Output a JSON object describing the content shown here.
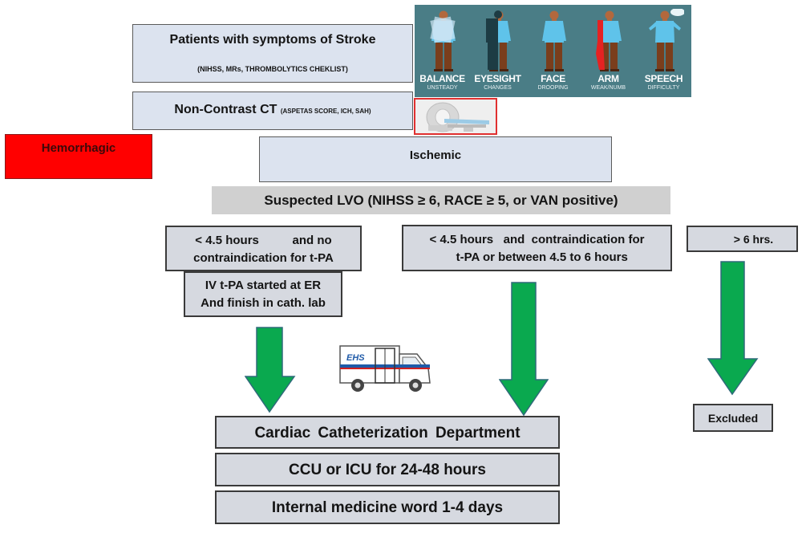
{
  "flowchart": {
    "patients": {
      "title": "Patients with symptoms of Stroke",
      "subtitle": "(NIHSS, MRs, THROMBOLYTICS CHEKLIST)"
    },
    "ct": {
      "title": "Non-Contrast CT",
      "subtitle": "(ASPETAS SCORE, ICH, SAH)"
    },
    "hemorrhagic": {
      "label": "Hemorrhagic",
      "color": "#ff0000"
    },
    "ischemic": {
      "label": "Ischemic"
    },
    "lvo": {
      "label": "Suspected LVO (NIHSS ≥ 6, RACE ≥ 5, or VAN positive)"
    },
    "branches": [
      {
        "label": "< 4.5 hours          and no\ncontraindication for t-PA"
      },
      {
        "label": "< 4.5 hours   and  contraindication for\n   t-PA or between 4.5 to 6 hours"
      },
      {
        "label": "> 6 hrs."
      }
    ],
    "tpa": {
      "label": "IV t-PA started at ER\nAnd finish in cath. lab"
    },
    "excluded": {
      "label": "Excluded"
    },
    "outcomes": [
      {
        "label": "Cardiac  Catheterization  Department"
      },
      {
        "label": "CCU or ICU for 24-48 hours"
      },
      {
        "label": "Internal medicine word 1-4 days"
      }
    ],
    "arrow_color": "#0aa94f"
  },
  "symptoms_panel": {
    "background": "#4a7d86",
    "items": [
      {
        "label": "BALANCE",
        "sub": "UNSTEADY",
        "icon": "person-balance-icon"
      },
      {
        "label": "EYESIGHT",
        "sub": "CHANGES",
        "icon": "person-eyesight-icon"
      },
      {
        "label": "FACE",
        "sub": "DROOPING",
        "icon": "person-face-icon"
      },
      {
        "label": "ARM",
        "sub": "WEAK/NUMB",
        "icon": "person-arm-icon"
      },
      {
        "label": "SPEECH",
        "sub": "DIFFICULTY",
        "icon": "person-speech-icon"
      }
    ]
  },
  "ambulance": {
    "logo": "EHS"
  }
}
